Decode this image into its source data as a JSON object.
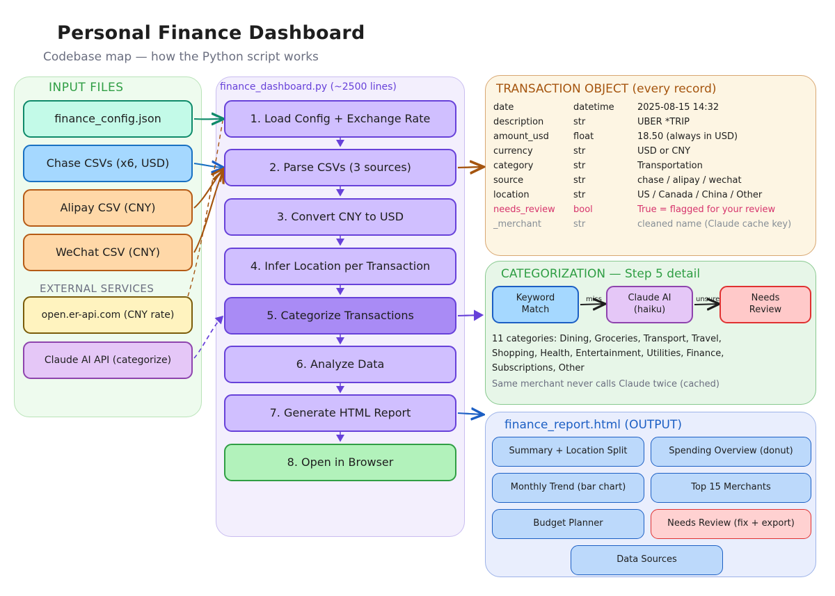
{
  "title": "Personal Finance Dashboard",
  "subtitle": "Codebase map — how the Python script works",
  "input": {
    "label": "INPUT FILES",
    "files": [
      "finance_config.json",
      "Chase CSVs (x6, USD)",
      "Alipay CSV (CNY)",
      "WeChat CSV (CNY)"
    ],
    "external_label": "EXTERNAL SERVICES",
    "services": [
      "open.er-api.com (CNY rate)",
      "Claude AI API (categorize)"
    ]
  },
  "script": {
    "label": "finance_dashboard.py  (~2500 lines)",
    "steps": [
      "1. Load Config + Exchange Rate",
      "2. Parse CSVs (3 sources)",
      "3. Convert CNY to USD",
      "4. Infer Location per Transaction",
      "5. Categorize Transactions",
      "6. Analyze Data",
      "7. Generate HTML Report",
      "8. Open in Browser"
    ]
  },
  "transaction": {
    "label": "TRANSACTION OBJECT (every record)",
    "fields": [
      {
        "name": "date",
        "type": "datetime",
        "value": "2025-08-15 14:32"
      },
      {
        "name": "description",
        "type": "str",
        "value": "UBER *TRIP"
      },
      {
        "name": "amount_usd",
        "type": "float",
        "value": "18.50  (always in USD)"
      },
      {
        "name": "currency",
        "type": "str",
        "value": "USD  or  CNY"
      },
      {
        "name": "category",
        "type": "str",
        "value": "Transportation"
      },
      {
        "name": "source",
        "type": "str",
        "value": "chase / alipay / wechat"
      },
      {
        "name": "location",
        "type": "str",
        "value": "US / Canada / China / Other"
      },
      {
        "name": "needs_review",
        "type": "bool",
        "value": "True = flagged for your review"
      },
      {
        "name": "_merchant",
        "type": "str",
        "value": "cleaned name (Claude cache key)"
      }
    ]
  },
  "categorization": {
    "label": "CATEGORIZATION — Step 5 detail",
    "keyword": {
      "line1": "Keyword",
      "line2": "Match"
    },
    "claude": {
      "line1": "Claude AI",
      "line2": "(haiku)"
    },
    "review": {
      "line1": "Needs",
      "line2": "Review"
    },
    "edge_miss": "miss",
    "edge_unsure": "unsure",
    "categories_lines": [
      "11 categories: Dining, Groceries, Transport, Travel,",
      "Shopping, Health, Entertainment, Utilities, Finance,",
      "Subscriptions, Other"
    ],
    "note": "Same merchant never calls Claude twice (cached)"
  },
  "output": {
    "label": "finance_report.html  (OUTPUT)",
    "sections": [
      "Summary + Location Split",
      "Spending Overview (donut)",
      "Monthly Trend (bar chart)",
      "Top 15 Merchants",
      "Budget Planner",
      "Needs Review (fix + export)",
      "Data Sources"
    ]
  },
  "colors": {
    "purple": "#6741d9",
    "green": "#2f9e44",
    "brown": "#a5550f",
    "blue": "#1c5fc4",
    "red": "#e03131"
  }
}
